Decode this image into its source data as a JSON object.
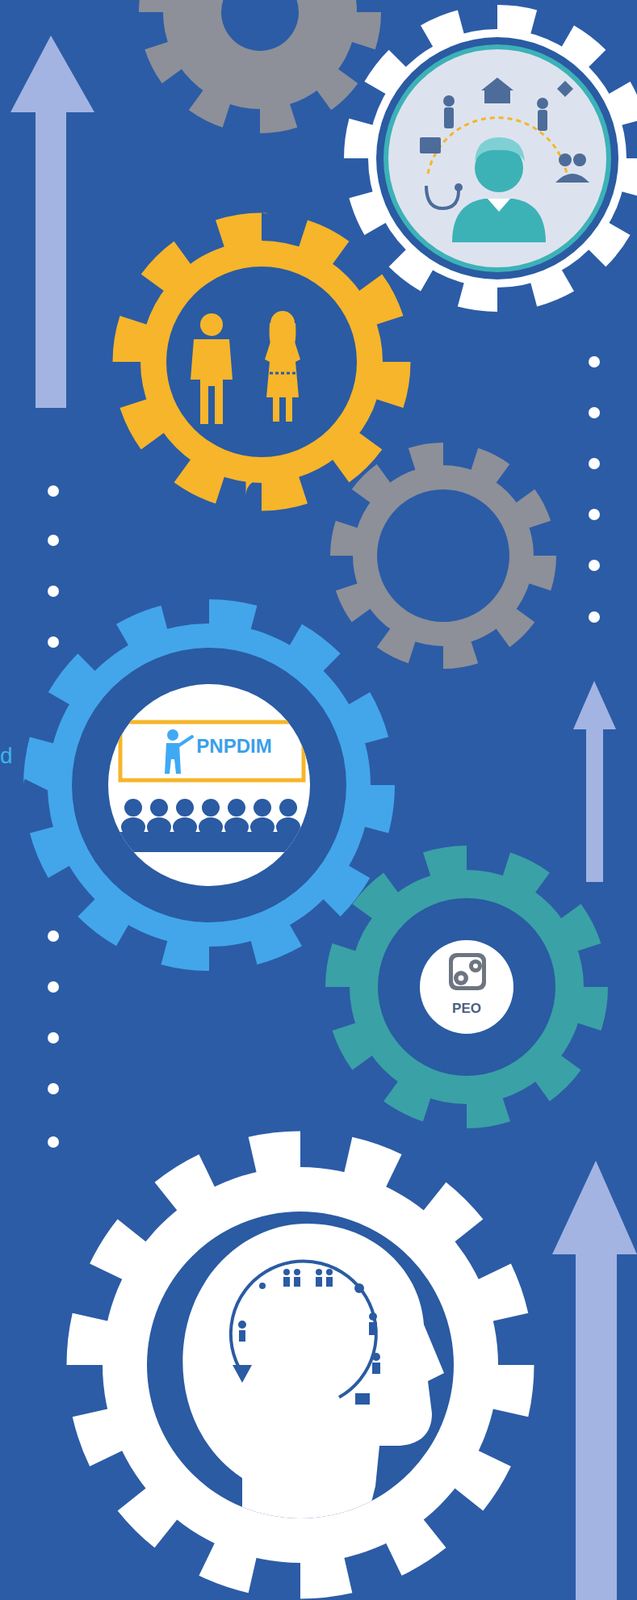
{
  "diagram": {
    "nodes": [
      {
        "text": [
          "PNPDIM"
        ]
      },
      {
        "text": [
          "PEO"
        ]
      }
    ],
    "labels": [
      "d"
    ]
  }
}
